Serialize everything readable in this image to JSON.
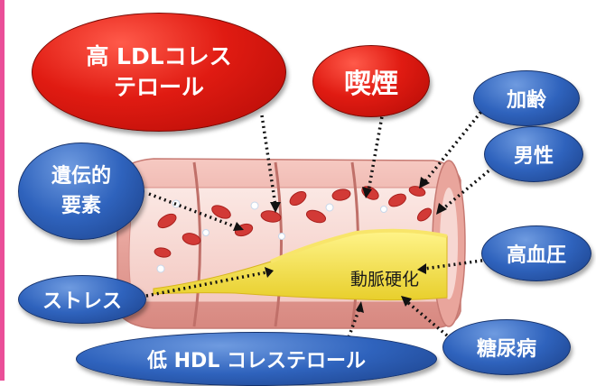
{
  "labels": {
    "high_ldl": "高 LDLコレス\nテロール",
    "smoking": "喫煙",
    "aging": "加齢",
    "male": "男性",
    "genetic": "遺伝的\n要素",
    "hypertension": "高血圧",
    "stress": "ストレス",
    "diabetes": "糖尿病",
    "low_hdl": "低 HDL コレステロール",
    "atherosclerosis": "動脈硬化"
  },
  "colors": {
    "accent_bar": "#ea4f98",
    "red_label": "#e01b12",
    "blue_label": "#2f63bd",
    "artery_wall": "#f0b3ad",
    "plaque": "#f2e24a",
    "blood_cell": "#d23a36"
  }
}
